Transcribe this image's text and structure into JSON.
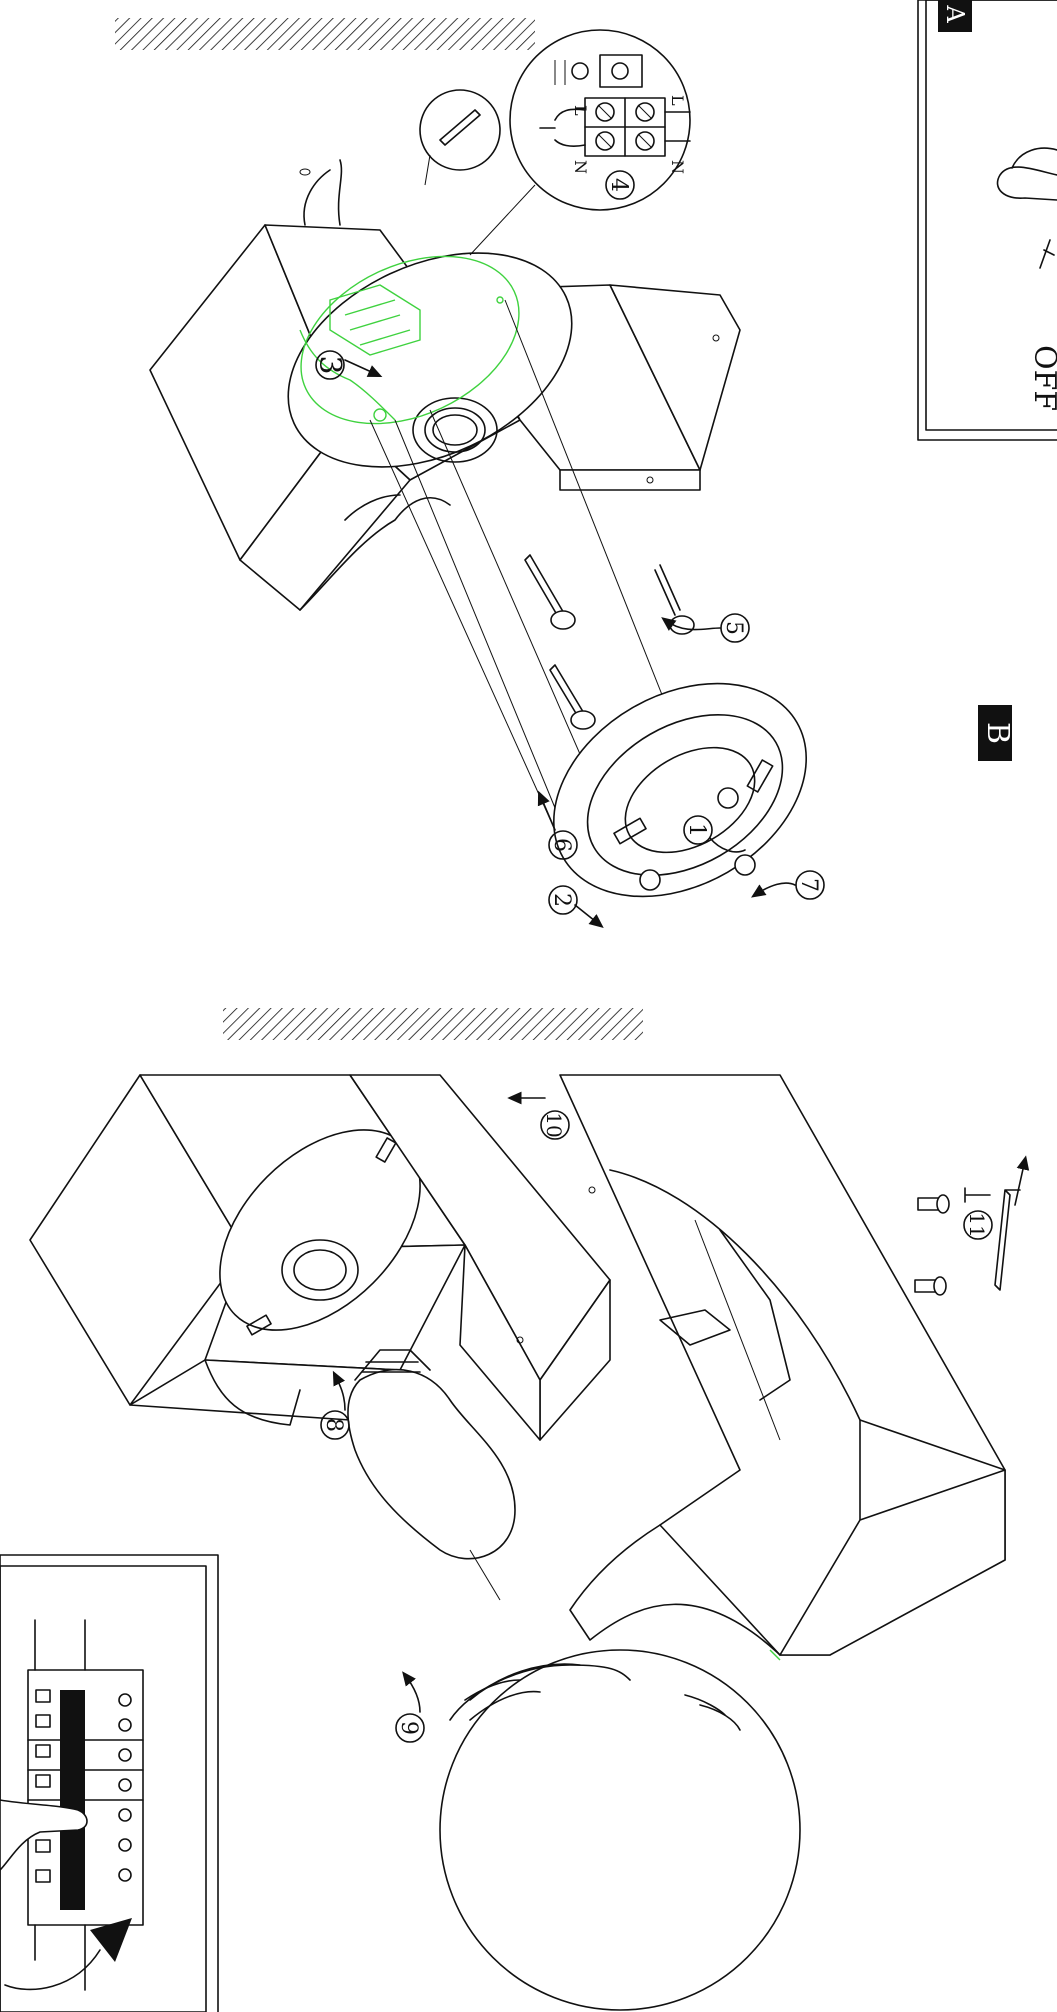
{
  "panels": {
    "a": {
      "badge": "A",
      "switch_text": "OFF"
    },
    "b": {
      "badge": "B"
    }
  },
  "wiring": {
    "left_terminal": "L",
    "neutral_terminal": "N",
    "right_terminal_l": "L",
    "right_terminal_n": "N"
  },
  "steps": [
    "1",
    "2",
    "3",
    "4",
    "5",
    "6",
    "7",
    "8",
    "9",
    "10",
    "11"
  ],
  "colors": {
    "line": "#111111",
    "highlight": "#3fd23f",
    "background": "#ffffff"
  }
}
